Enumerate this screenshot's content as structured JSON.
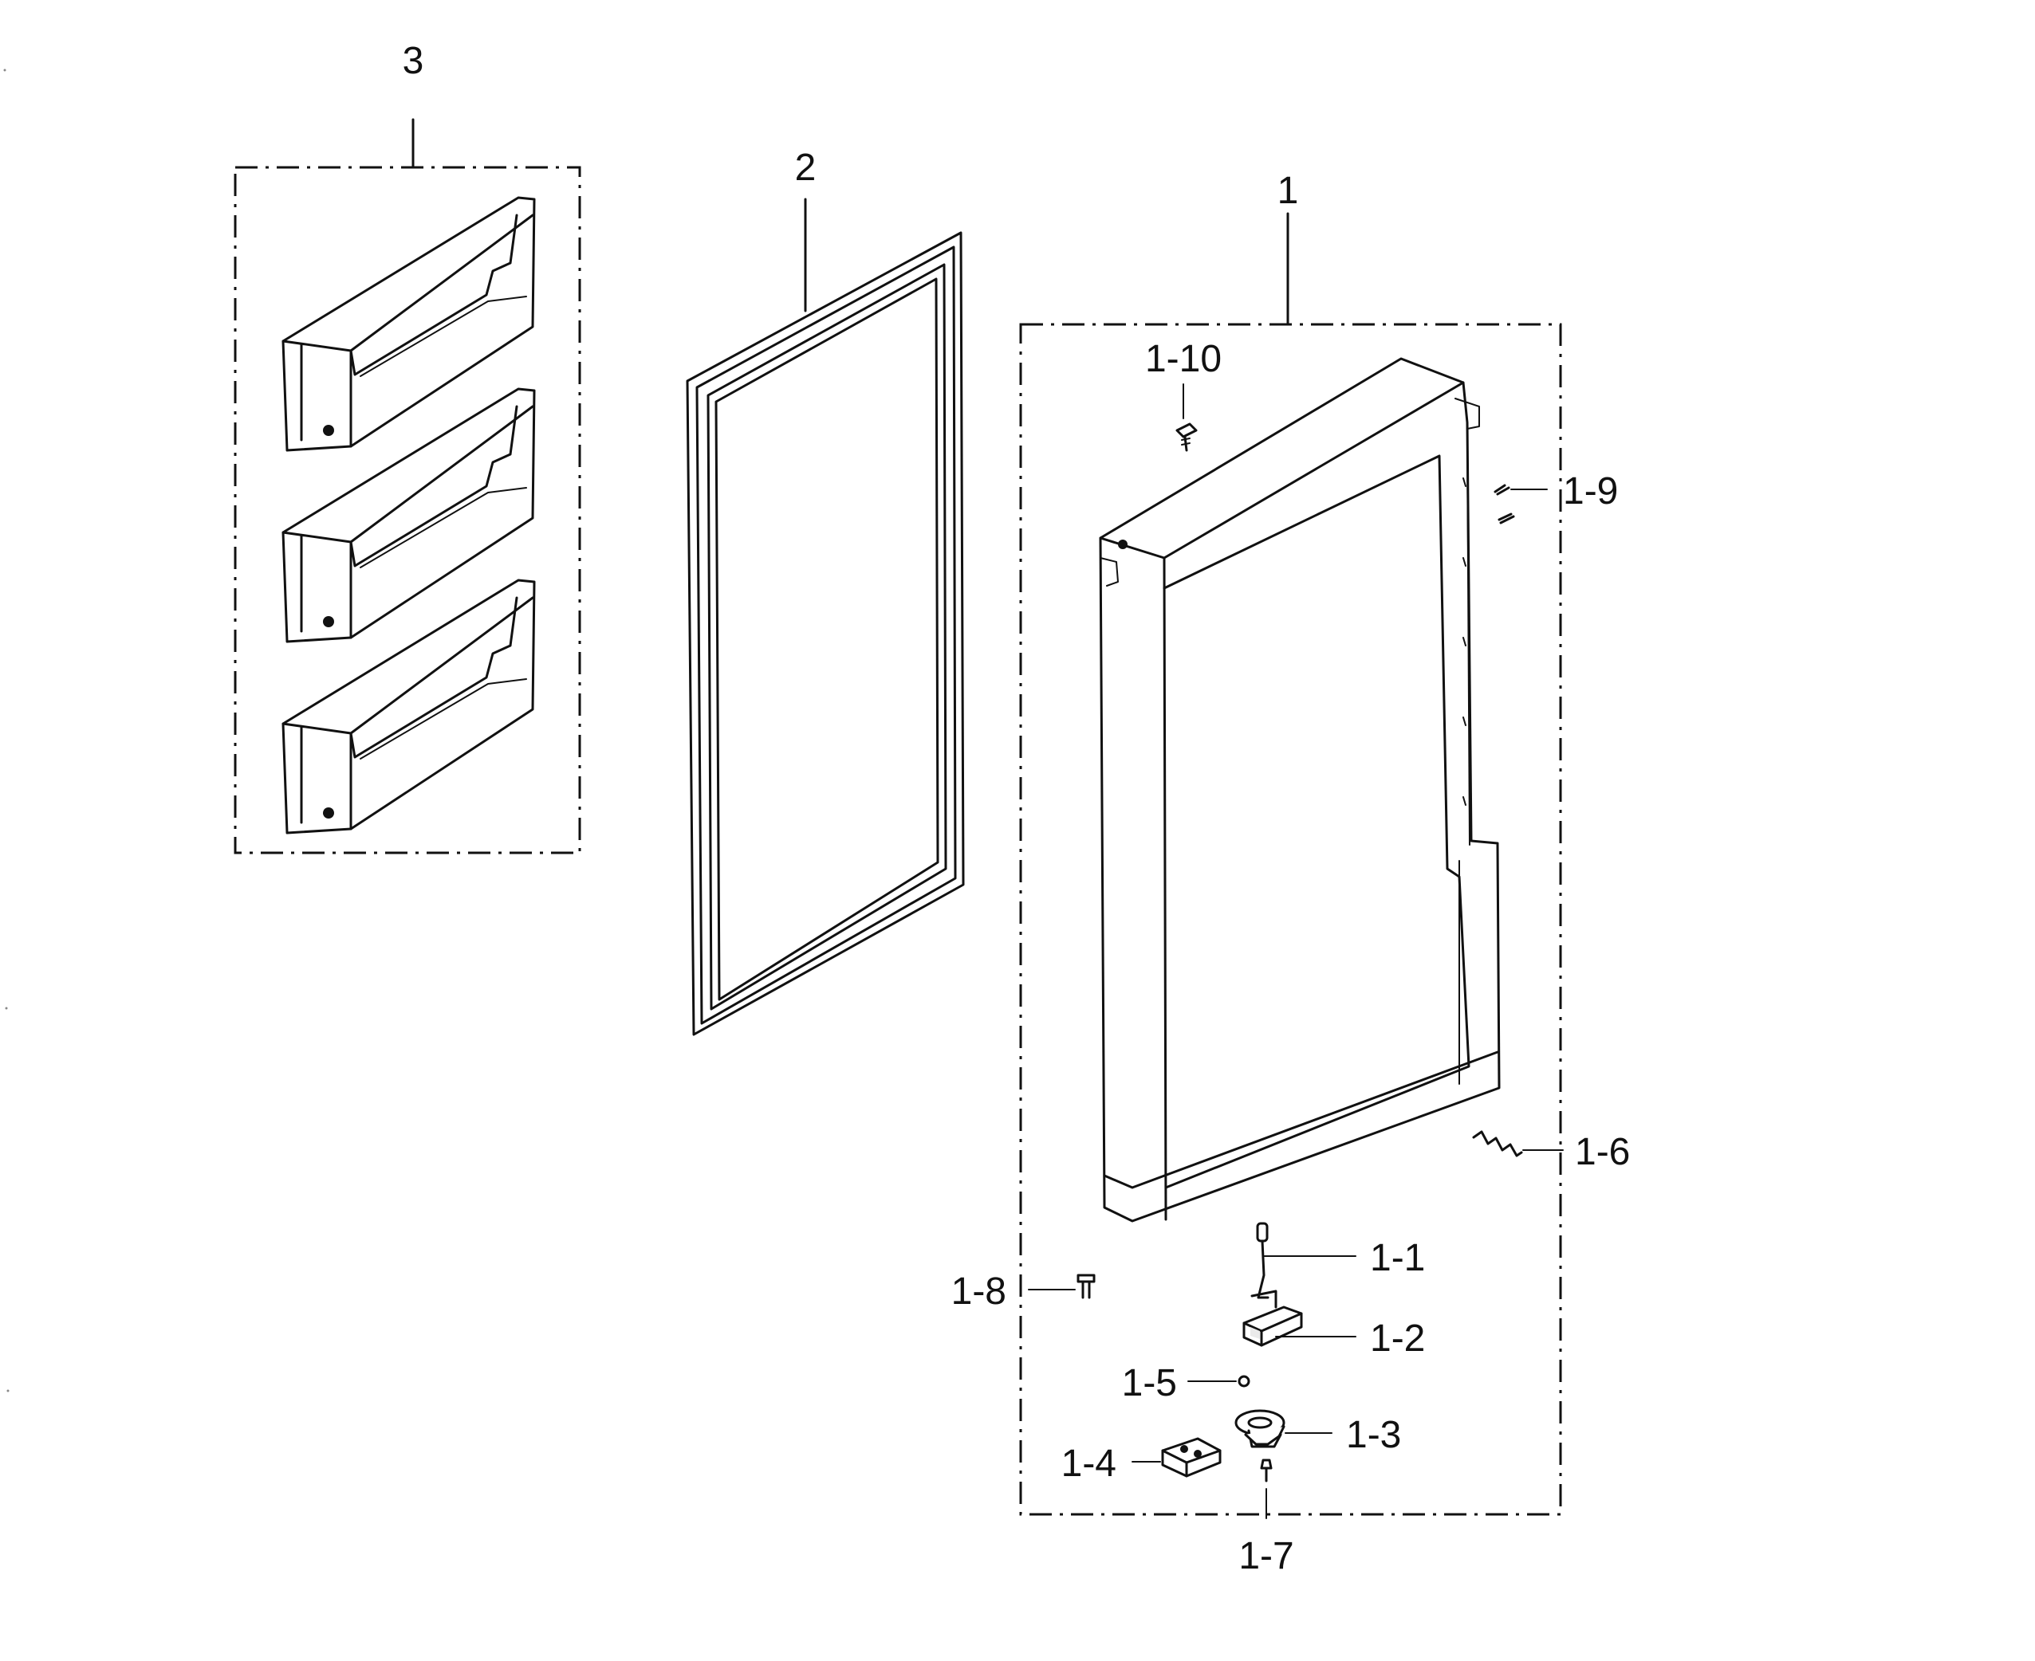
{
  "callouts": {
    "c3": "3",
    "c2": "2",
    "c1": "1",
    "c1_10": "1-10",
    "c1_9": "1-9",
    "c1_6": "1-6",
    "c1_1": "1-1",
    "c1_8": "1-8",
    "c1_2": "1-2",
    "c1_5": "1-5",
    "c1_3": "1-3",
    "c1_4": "1-4",
    "c1_7": "1-7"
  }
}
